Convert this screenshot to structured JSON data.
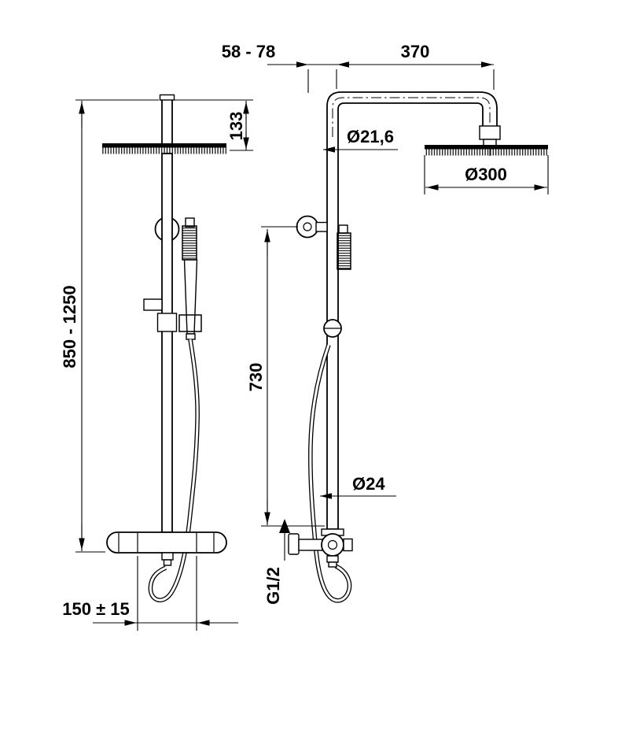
{
  "drawing": {
    "colors": {
      "background": "#ffffff",
      "line": "#000000"
    },
    "dims": {
      "top_offset": "58 - 78",
      "arm_length": "370",
      "head_drop": "133",
      "riser_diameter": "Ø21,6",
      "head_diameter": "Ø300",
      "column_height": "850 - 1250",
      "bracket_to_inlet": "730",
      "lower_tube_diameter": "Ø24",
      "inlet_thread": "G1/2",
      "connection_spacing": "150 ± 15"
    }
  }
}
